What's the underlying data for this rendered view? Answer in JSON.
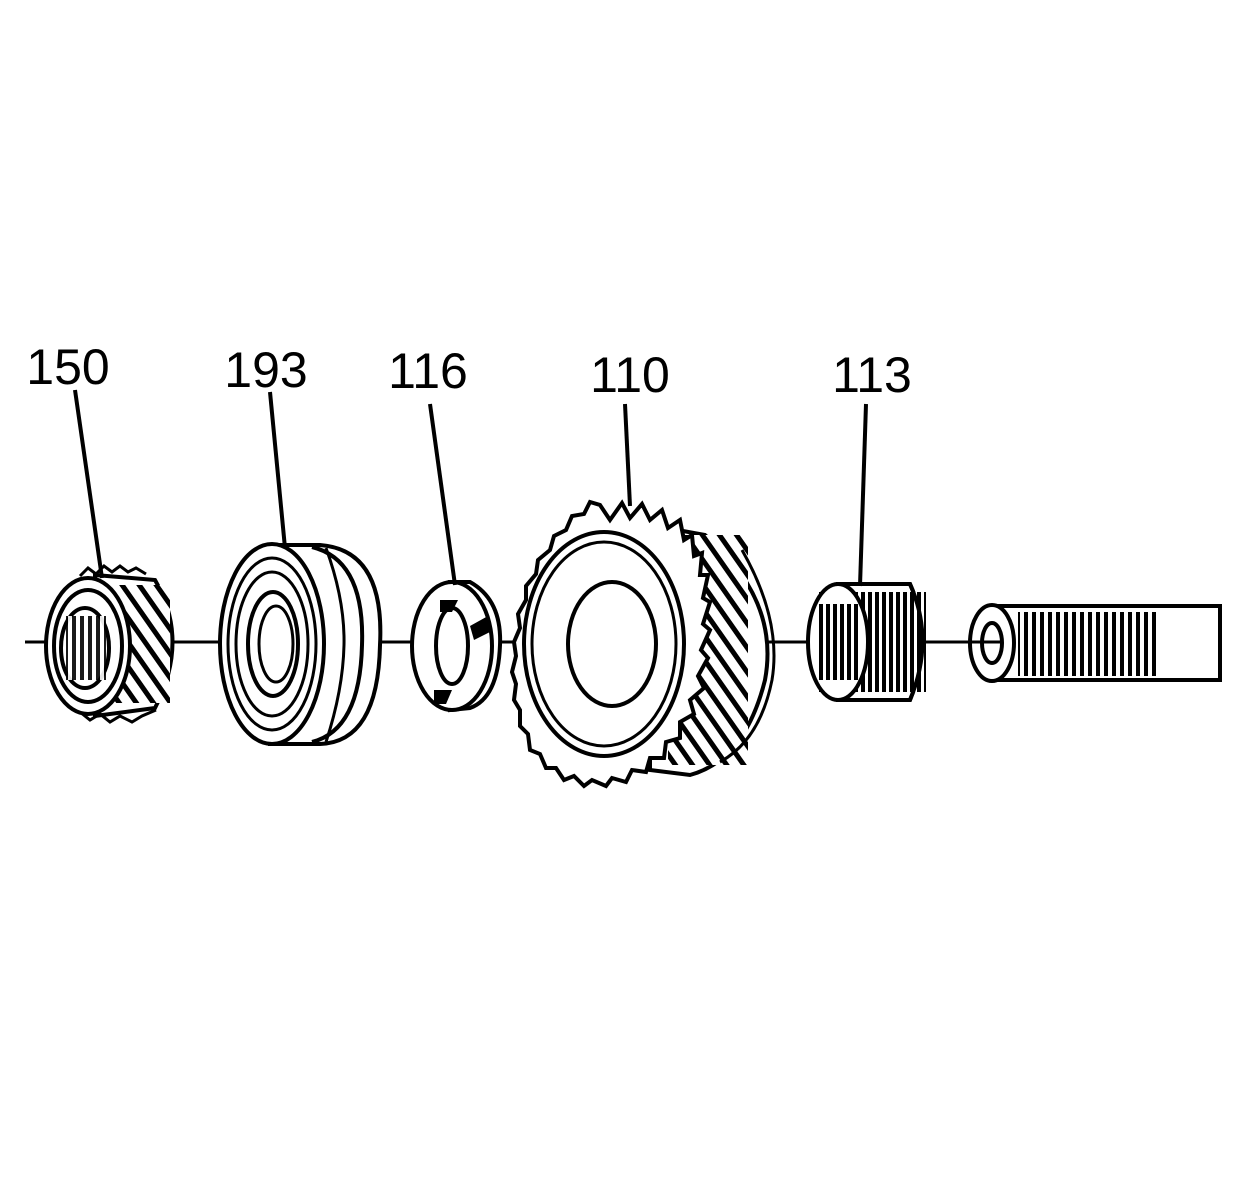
{
  "diagram": {
    "colors": {
      "line": "#000000",
      "background": "#ffffff"
    },
    "callouts": [
      {
        "id": "150",
        "label": "150"
      },
      {
        "id": "193",
        "label": "193"
      },
      {
        "id": "116",
        "label": "116"
      },
      {
        "id": "110",
        "label": "110"
      },
      {
        "id": "113",
        "label": "113"
      }
    ]
  }
}
